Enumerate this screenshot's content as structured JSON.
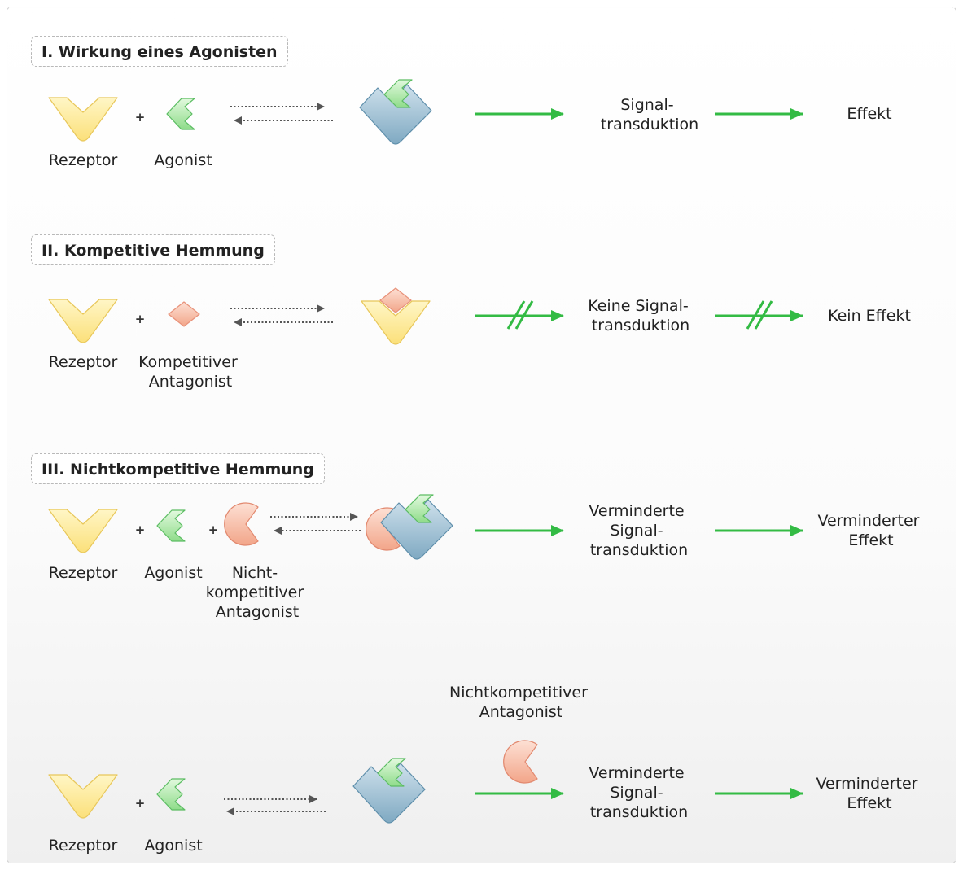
{
  "sections": [
    {
      "title": "I. Wirkung eines Agonisten",
      "labels": [
        "Rezeptor",
        "Agonist"
      ],
      "signal": [
        "Signal-",
        "transduktion"
      ],
      "effect": [
        "Effekt"
      ]
    },
    {
      "title": "II. Kompetitive Hemmung",
      "labels": [
        "Rezeptor",
        [
          "Kompetitiver",
          "Antagonist"
        ]
      ],
      "signal": [
        "Keine Signal-",
        "transduktion"
      ],
      "effect": [
        "Kein Effekt"
      ]
    },
    {
      "title": "III. Nichtkompetitive Hemmung",
      "labels": [
        "Rezeptor",
        "Agonist",
        [
          "Nicht-",
          "kompetitiver",
          "Antagonist"
        ]
      ],
      "signal": [
        "Verminderte",
        "Signal-",
        "transduktion"
      ],
      "effect": [
        "Verminderter",
        "Effekt"
      ]
    },
    {
      "labels": [
        "Rezeptor",
        "Agonist"
      ],
      "antagonist_label": [
        "Nichtkompetitiver",
        "Antagonist"
      ],
      "signal": [
        "Verminderte",
        "Signal-",
        "transduktion"
      ],
      "effect": [
        "Verminderter",
        "Effekt"
      ]
    }
  ],
  "plus": "+",
  "colors": {
    "receptor": "#fde68a",
    "agonist": "#a7e6a5",
    "antagonist_competitive": "#f7b7a3",
    "antagonist_noncompetitive": "#f6b49c",
    "bound_complex": "#8fb6cc",
    "arrow_signal": "#33bb44",
    "arrow_equilibrium": "#555555"
  },
  "icons": [
    "receptor-icon",
    "agonist-icon",
    "competitive-antagonist-icon",
    "noncompetitive-antagonist-icon",
    "receptor-complex-icon",
    "equilibrium-arrows-icon",
    "signal-arrow-icon",
    "blocked-arrow-icon"
  ]
}
